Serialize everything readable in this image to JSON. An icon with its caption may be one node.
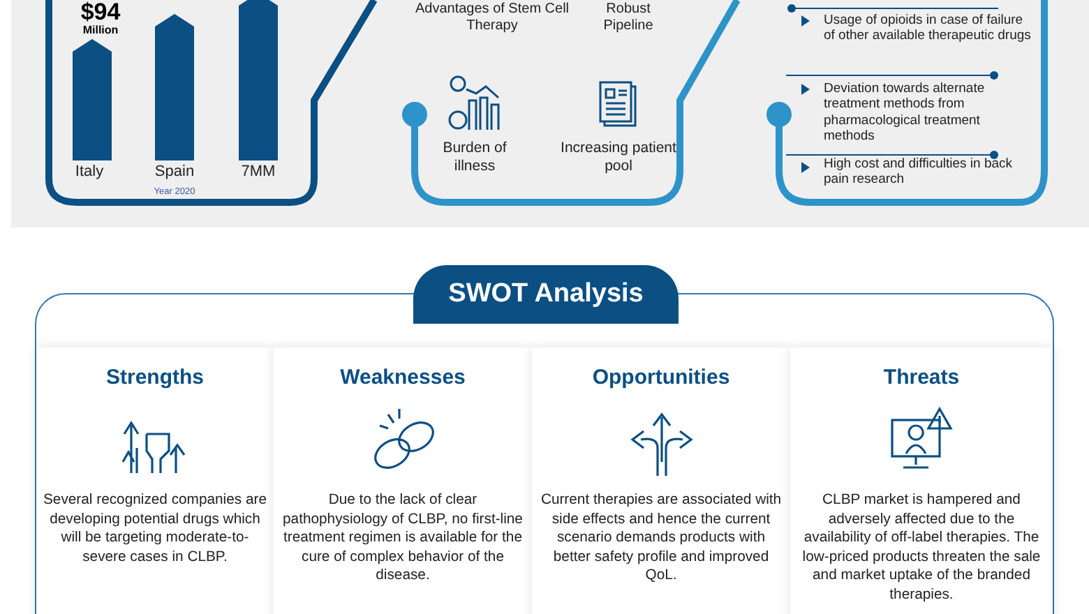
{
  "diagram": {
    "nodes": [
      {
        "text": [
          "SWOT Analysis"
        ]
      },
      {
        "text": [
          "Strengths",
          "Several recognized companies are developing potential drugs which will be targeting moderate-to-severe cases in CLBP."
        ],
        "in": 0
      },
      {
        "text": [
          "Weaknesses",
          "Due to the lack of clear pathophysiology of CLBP, no first-line treatment regimen is available for the cure of complex behavior of the disease."
        ],
        "in": 0
      },
      {
        "text": [
          "Opportunities",
          "Current therapies are associated with side effects and hence the current scenario demands products with better safety profile and improved QoL."
        ],
        "in": 0
      },
      {
        "text": [
          "Threats",
          "CLBP market is hampered and adversely affected due to the availability of off-label therapies. The low-priced products threaten the sale and market uptake of the branded therapies."
        ],
        "in": 0
      }
    ],
    "labels": [
      "$94",
      "Million",
      "Italy",
      "Spain",
      "7MM",
      "Year 2020",
      "Advantages of Stem Cell Therapy",
      "Robust Pipeline",
      "Burden of illness",
      "Increasing patient pool",
      "Usage of opioids in case of failure of other available therapeutic drugs",
      "Deviation towards alternate treatment methods from pharmacological treatment methods",
      "High cost and difficulties in back pain research"
    ]
  }
}
